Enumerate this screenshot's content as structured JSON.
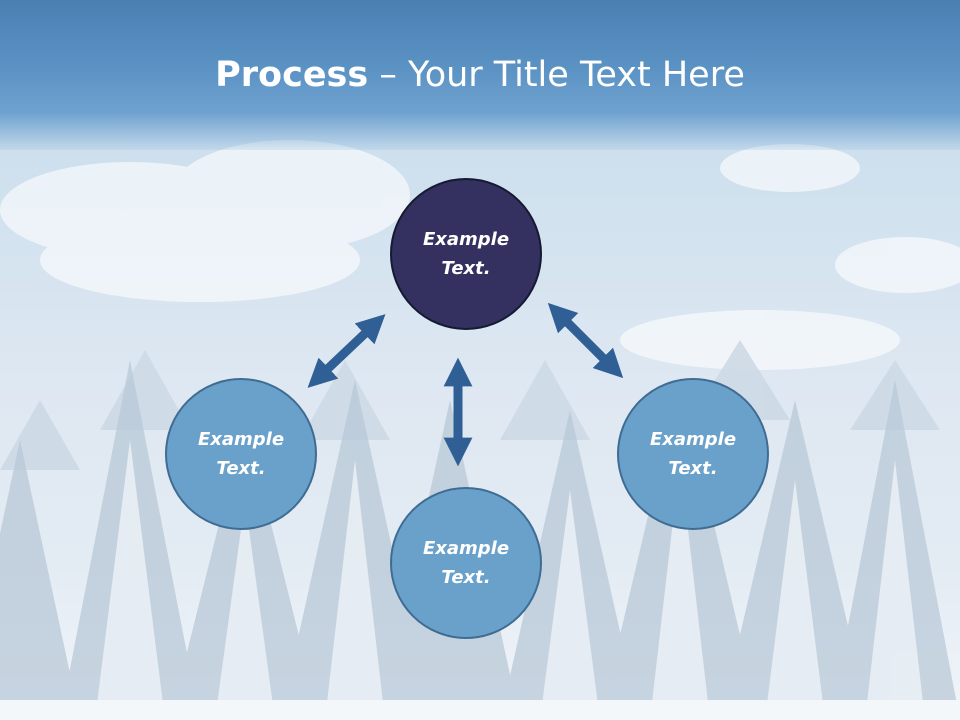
{
  "slide": {
    "title_bold": "Process",
    "title_rest": " – Your Title Text Here"
  },
  "nodes": [
    {
      "id": "top",
      "text": "Example Text."
    },
    {
      "id": "left",
      "text": "Example Text."
    },
    {
      "id": "bottom",
      "text": "Example Text."
    },
    {
      "id": "right",
      "text": "Example Text."
    }
  ],
  "colors": {
    "title_bar": "#5b92c4",
    "top_circle": "#34305f",
    "circle": "#6aa1cb",
    "arrow": "#2f5f95"
  }
}
